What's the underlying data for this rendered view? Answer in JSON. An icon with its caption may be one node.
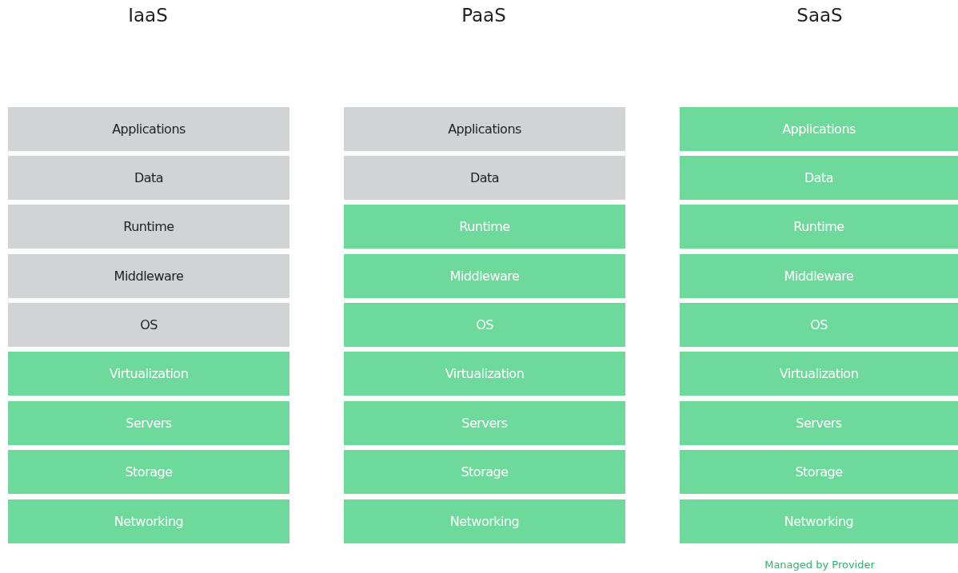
{
  "diagram": {
    "nodes": [
      {
        "text": [
          "Applications"
        ]
      },
      {
        "text": [
          "Data"
        ]
      },
      {
        "text": [
          "Runtime"
        ]
      },
      {
        "text": [
          "Middleware"
        ]
      },
      {
        "text": [
          "OS"
        ]
      },
      {
        "text": [
          "Virtualization"
        ]
      },
      {
        "text": [
          "Servers"
        ]
      },
      {
        "text": [
          "Storage"
        ]
      },
      {
        "text": [
          "Networking"
        ]
      },
      {
        "text": [
          "Applications"
        ]
      },
      {
        "text": [
          "Data"
        ]
      },
      {
        "text": [
          "Runtime"
        ]
      },
      {
        "text": [
          "Middleware"
        ]
      },
      {
        "text": [
          "OS"
        ]
      },
      {
        "text": [
          "Virtualization"
        ]
      },
      {
        "text": [
          "Servers"
        ]
      },
      {
        "text": [
          "Storage"
        ]
      },
      {
        "text": [
          "Networking"
        ]
      },
      {
        "text": [
          "Applications"
        ]
      },
      {
        "text": [
          "Data"
        ]
      },
      {
        "text": [
          "Runtime"
        ]
      },
      {
        "text": [
          "Middleware"
        ]
      },
      {
        "text": [
          "OS"
        ]
      },
      {
        "text": [
          "Virtualization"
        ]
      },
      {
        "text": [
          "Servers"
        ]
      },
      {
        "text": [
          "Storage"
        ]
      },
      {
        "text": [
          "Networking"
        ]
      }
    ],
    "labels": [
      "IaaS",
      "PaaS",
      "SaaS",
      "Managed by Provider"
    ]
  }
}
